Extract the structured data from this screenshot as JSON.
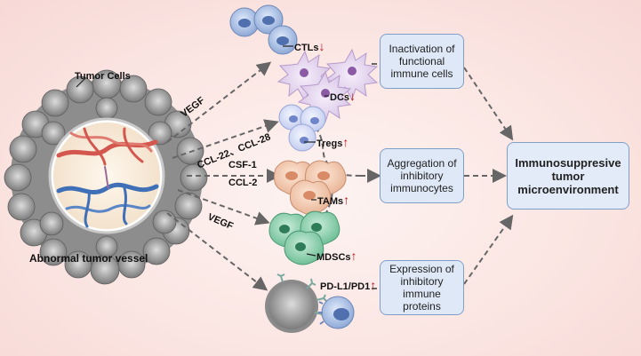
{
  "labels": {
    "tumor_cells": "Tumor Cells",
    "vessel": "Abnormal tumor vessel",
    "vegf_top": "VEGF",
    "ccl22_ccl28": "CCL-22、CCL-28",
    "csf1": "CSF-1",
    "ccl2": "CCL-2",
    "vegf_bottom": "VEGF",
    "ctls": "CTLs",
    "dcs": "DCs",
    "tregs": "Tregs",
    "tams": "TAMs",
    "mdscs": "MDSCs",
    "pdl1": "PD-L1/PD1"
  },
  "boxes": {
    "inactivation": "Inactivation of functional immune cells",
    "aggregation": "Aggregation of inhibitory immunocytes",
    "expression": "Expression of inhibitory immune proteins",
    "outcome": "Immunosuppresive tumor microenvironment"
  },
  "colors": {
    "accent_red": "#c0141c",
    "box_fill": "#dfe8f6",
    "box_border": "#7f9fc8",
    "arrow_gray": "#666666"
  },
  "icons": {
    "up": "↑",
    "down": "↓"
  }
}
